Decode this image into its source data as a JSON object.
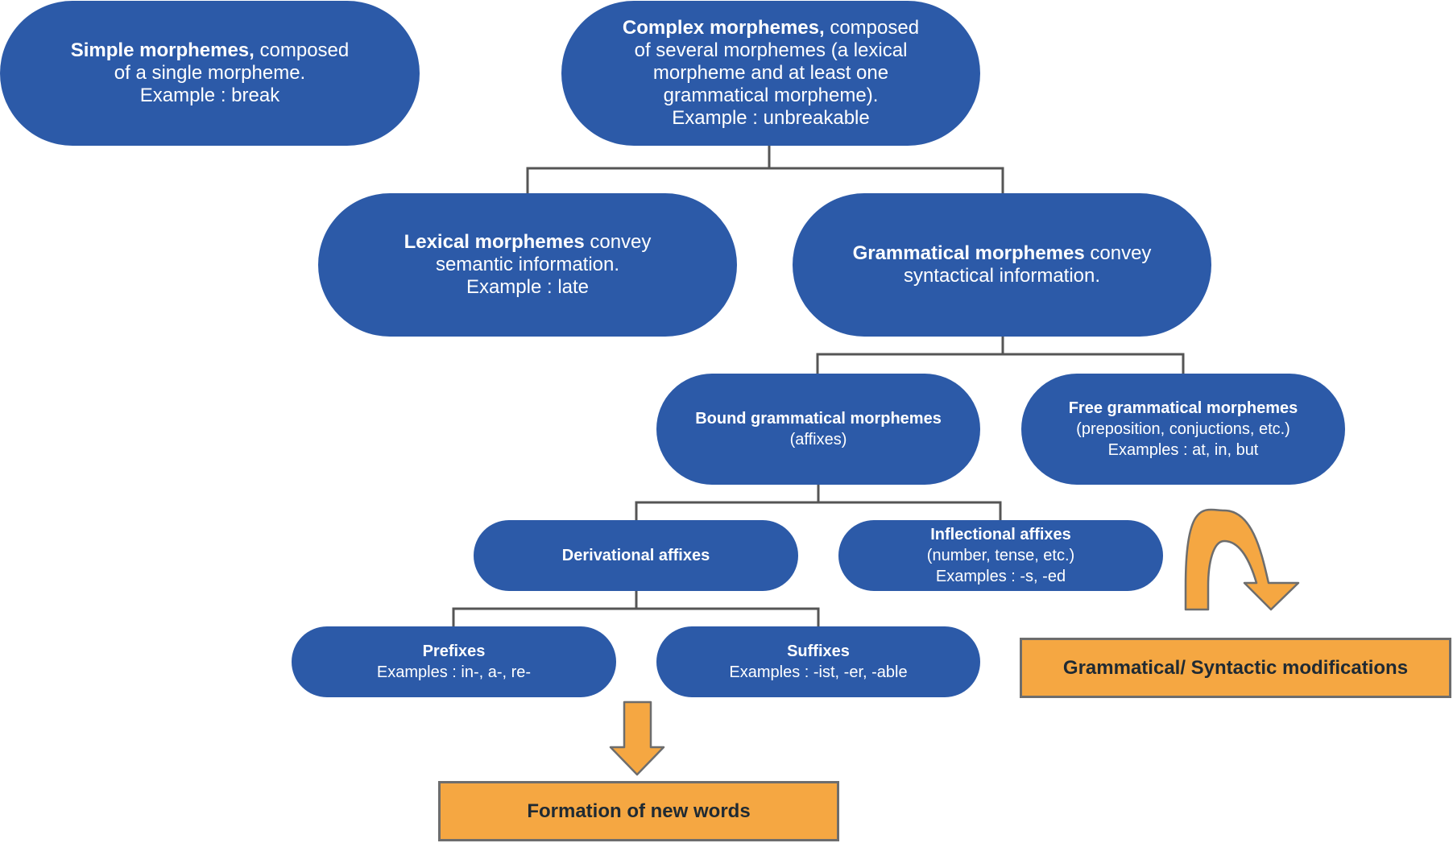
{
  "colors": {
    "node": "#2c5aa8",
    "connector": "#555555",
    "outcome": "#f5a742",
    "outcome_border": "#6d6d6d"
  },
  "nodes": {
    "simple": {
      "title": "Simple morphemes,",
      "text_1": "composed",
      "text_2": "of a single morpheme.",
      "example": "Example : break"
    },
    "complex": {
      "title": "Complex morphemes,",
      "text_1": "composed",
      "text_2": "of several morphemes (a lexical",
      "text_3": "morpheme and at least one",
      "text_4": "grammatical morpheme).",
      "example": "Example : unbreakable"
    },
    "lexical": {
      "title": "Lexical morphemes",
      "text_1": "convey",
      "text_2": "semantic information.",
      "example": "Example : late"
    },
    "grammatical": {
      "title": "Grammatical morphemes",
      "text_1": "convey",
      "text_2": "syntactical information."
    },
    "bound": {
      "title": "Bound grammatical morphemes",
      "text_1": "(affixes)"
    },
    "free": {
      "title": "Free grammatical morphemes",
      "text_1": "(preposition, conjuctions, etc.)",
      "example": "Examples : at, in, but"
    },
    "derivational": {
      "title": "Derivational affixes"
    },
    "inflectional": {
      "title": "Inflectional affixes",
      "text_1": "(number, tense, etc.)",
      "example": "Examples : -s, -ed"
    },
    "prefixes": {
      "title": "Prefixes",
      "example": "Examples : in-, a-, re-"
    },
    "suffixes": {
      "title": "Suffixes",
      "example": "Examples : -ist, -er, -able"
    }
  },
  "outcomes": {
    "new_words": "Formation of new words",
    "grammatical_mod": "Grammatical/ Syntactic modifications"
  }
}
